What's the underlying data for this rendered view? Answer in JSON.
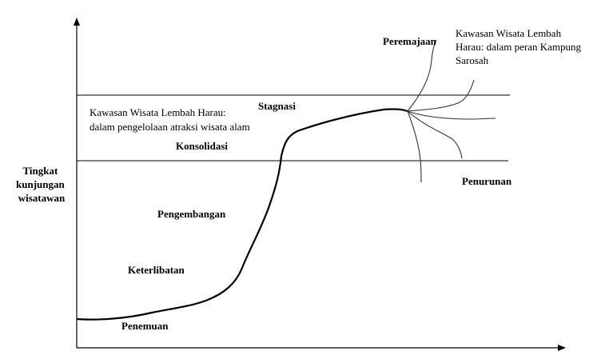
{
  "axes": {
    "ylabel_lines": [
      "Tingkat",
      "kunjungan",
      "wisatawan"
    ]
  },
  "stages": {
    "eksplorasi": "Penemuan",
    "keterlibatan": "Keterlibatan",
    "pengembangan": "Pengembangan",
    "konsolidasi": "Konsolidasi",
    "stagnasi": "Stagnasi",
    "peremajaan": "Peremajaan",
    "penurunan": "Penurunan"
  },
  "notes": {
    "atraksi_lines": [
      "Kawasan Wisata Lembah Harau:",
      "dalam pengelolaan atraksi wisata alam"
    ],
    "kampung_lines": [
      "Kawasan Wisata Lembah",
      "Harau: dalam peran Kampung",
      "Sarosah"
    ]
  },
  "colors": {
    "line": "#000000",
    "branches": "#333333"
  }
}
